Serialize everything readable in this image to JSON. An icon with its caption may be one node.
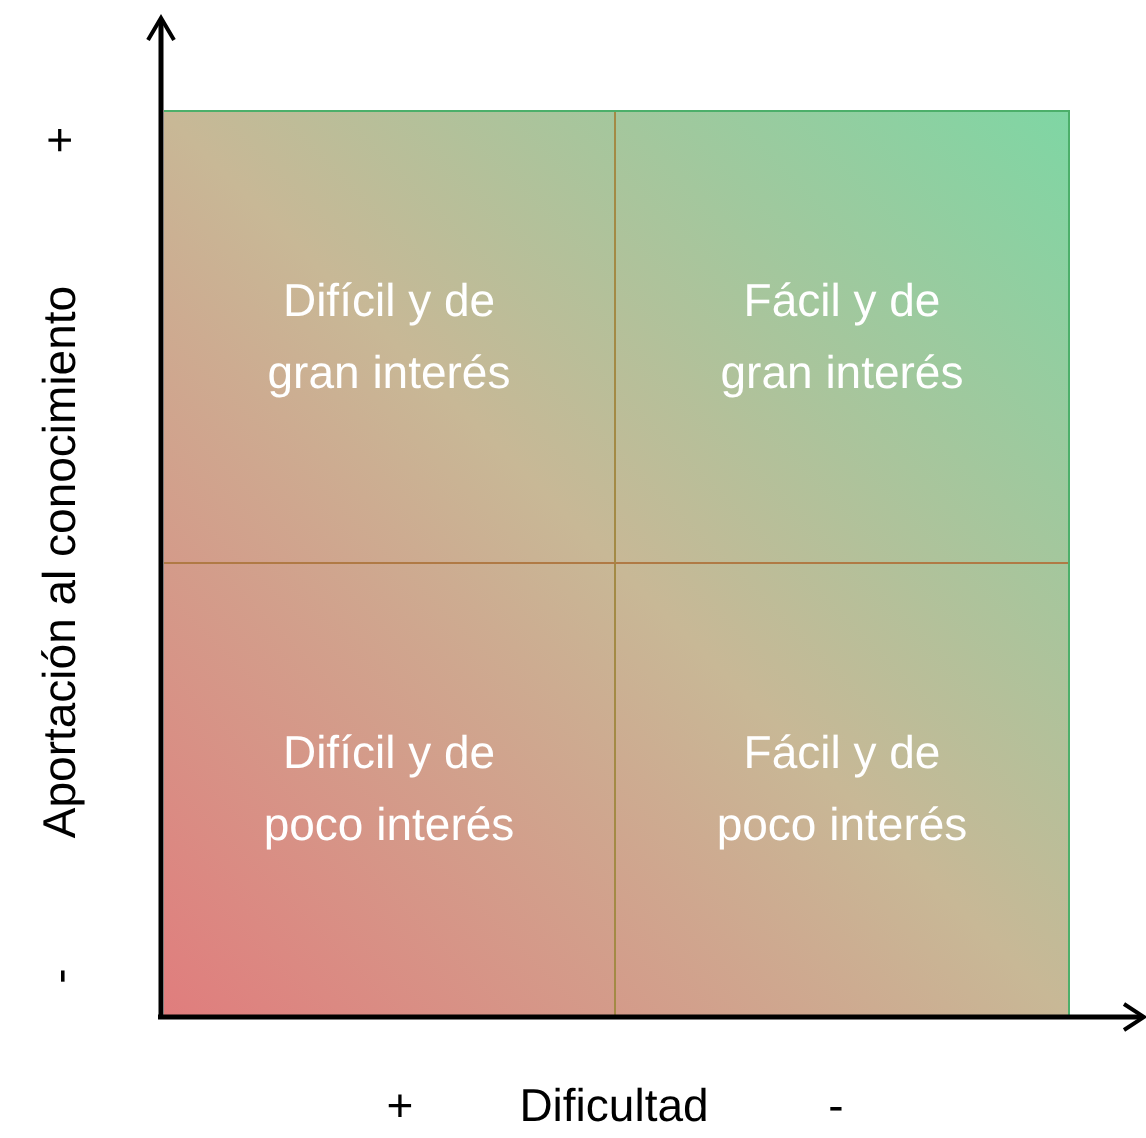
{
  "diagram": {
    "nodes": [
      {
        "text": [
          "Difícil y de gran interés"
        ]
      },
      {
        "text": [
          "Fácil y de gran interés"
        ]
      },
      {
        "text": [
          "Difícil y de poco interés"
        ]
      },
      {
        "text": [
          "Fácil y de poco interés"
        ]
      }
    ],
    "labels": [
      "+",
      "Aportación al conocimiento",
      "-",
      "+",
      "Dificultad",
      "-"
    ]
  }
}
